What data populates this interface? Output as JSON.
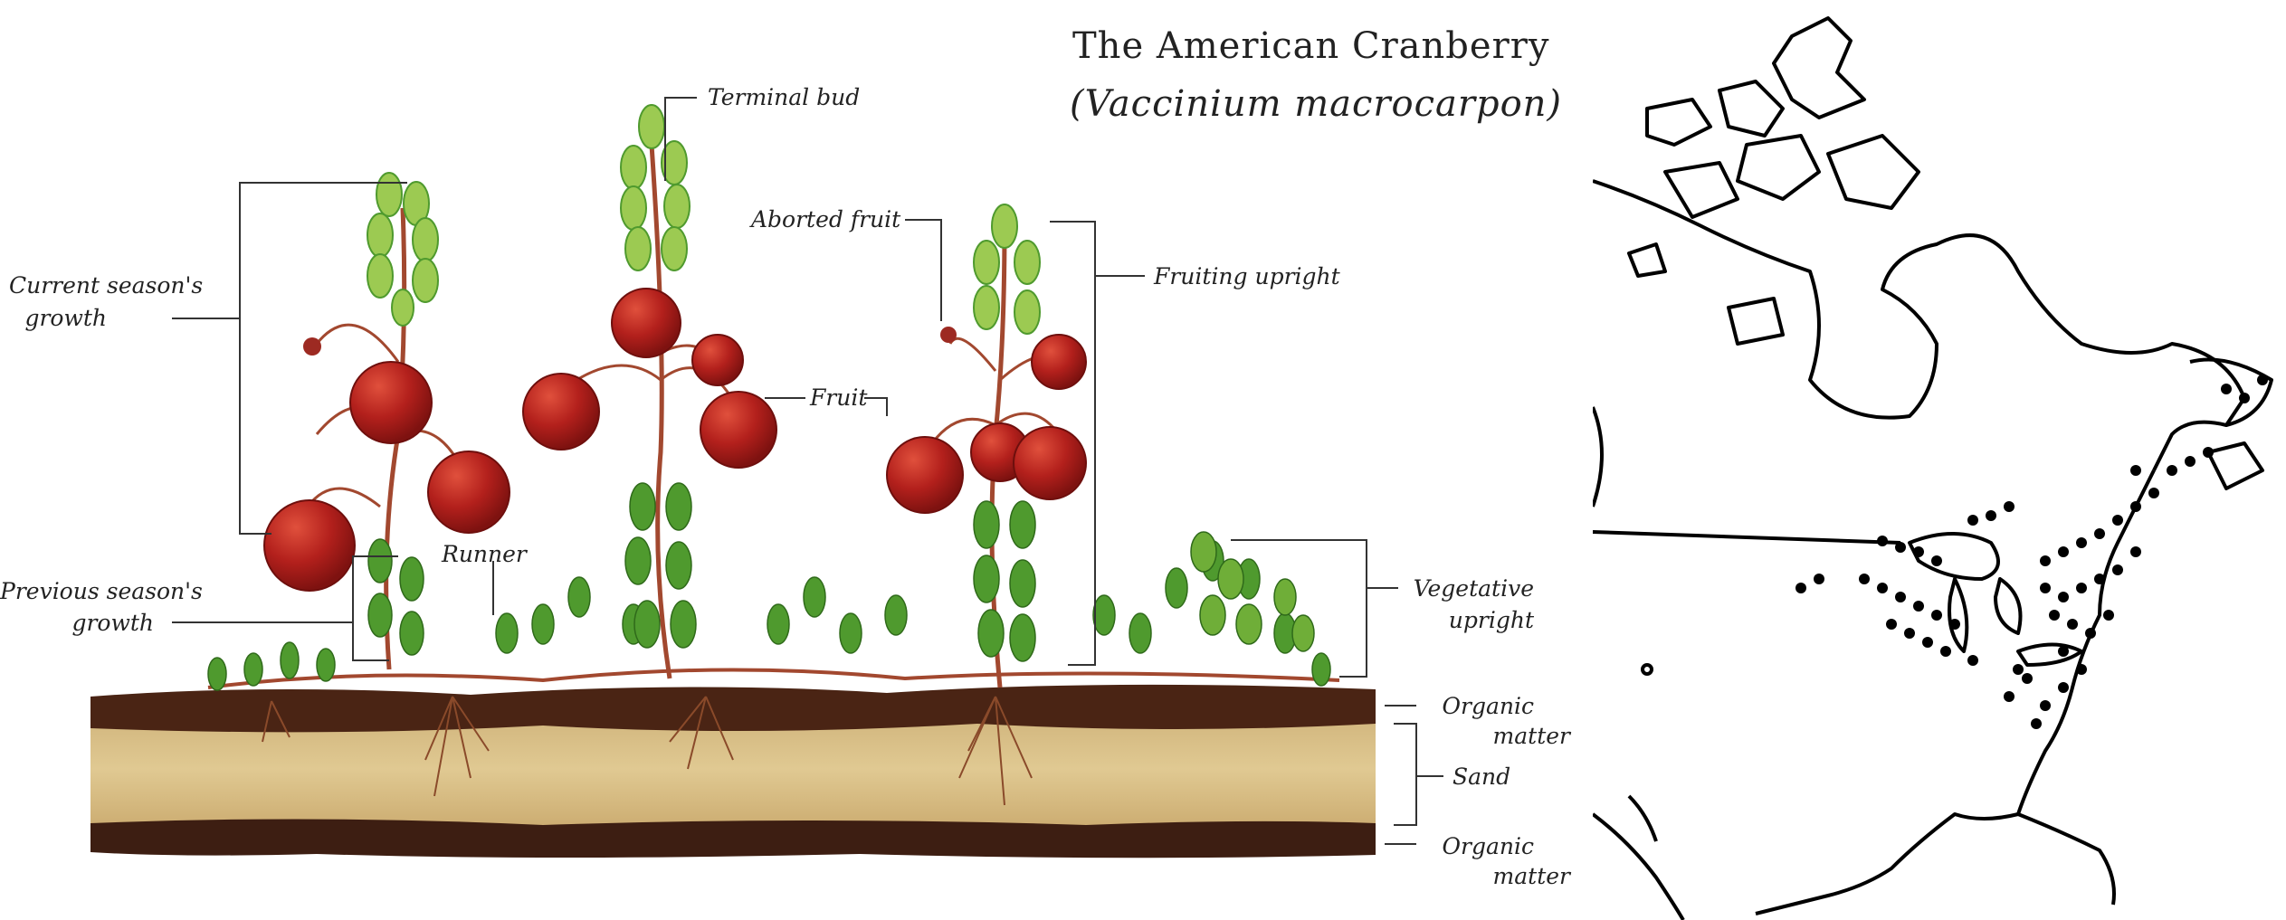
{
  "title": {
    "common_name": "The American Cranberry",
    "scientific_name": "(Vaccinium macrocarpon)"
  },
  "labels": {
    "terminal_bud": "Terminal bud",
    "aborted_fruit": "Aborted fruit",
    "fruiting_upright": "Fruiting upright",
    "current_growth_1": "Current season's",
    "current_growth_2": "growth",
    "fruit": "Fruit",
    "runner": "Runner",
    "previous_growth_1": "Previous season's",
    "previous_growth_2": "growth",
    "vegetative_1": "Vegetative",
    "vegetative_2": "upright",
    "organic_top_1": "Organic",
    "organic_top_2": "matter",
    "sand": "Sand",
    "organic_bottom_1": "Organic",
    "organic_bottom_2": "matter"
  },
  "colors": {
    "berry": "#b3201c",
    "berry_shade": "#7e1210",
    "leaf": "#4f9a2e",
    "leaf_light": "#9cca52",
    "stem": "#a2482f",
    "soil_dark": "#4a2414",
    "sand": "#d8bf86",
    "map_line": "#000000"
  }
}
